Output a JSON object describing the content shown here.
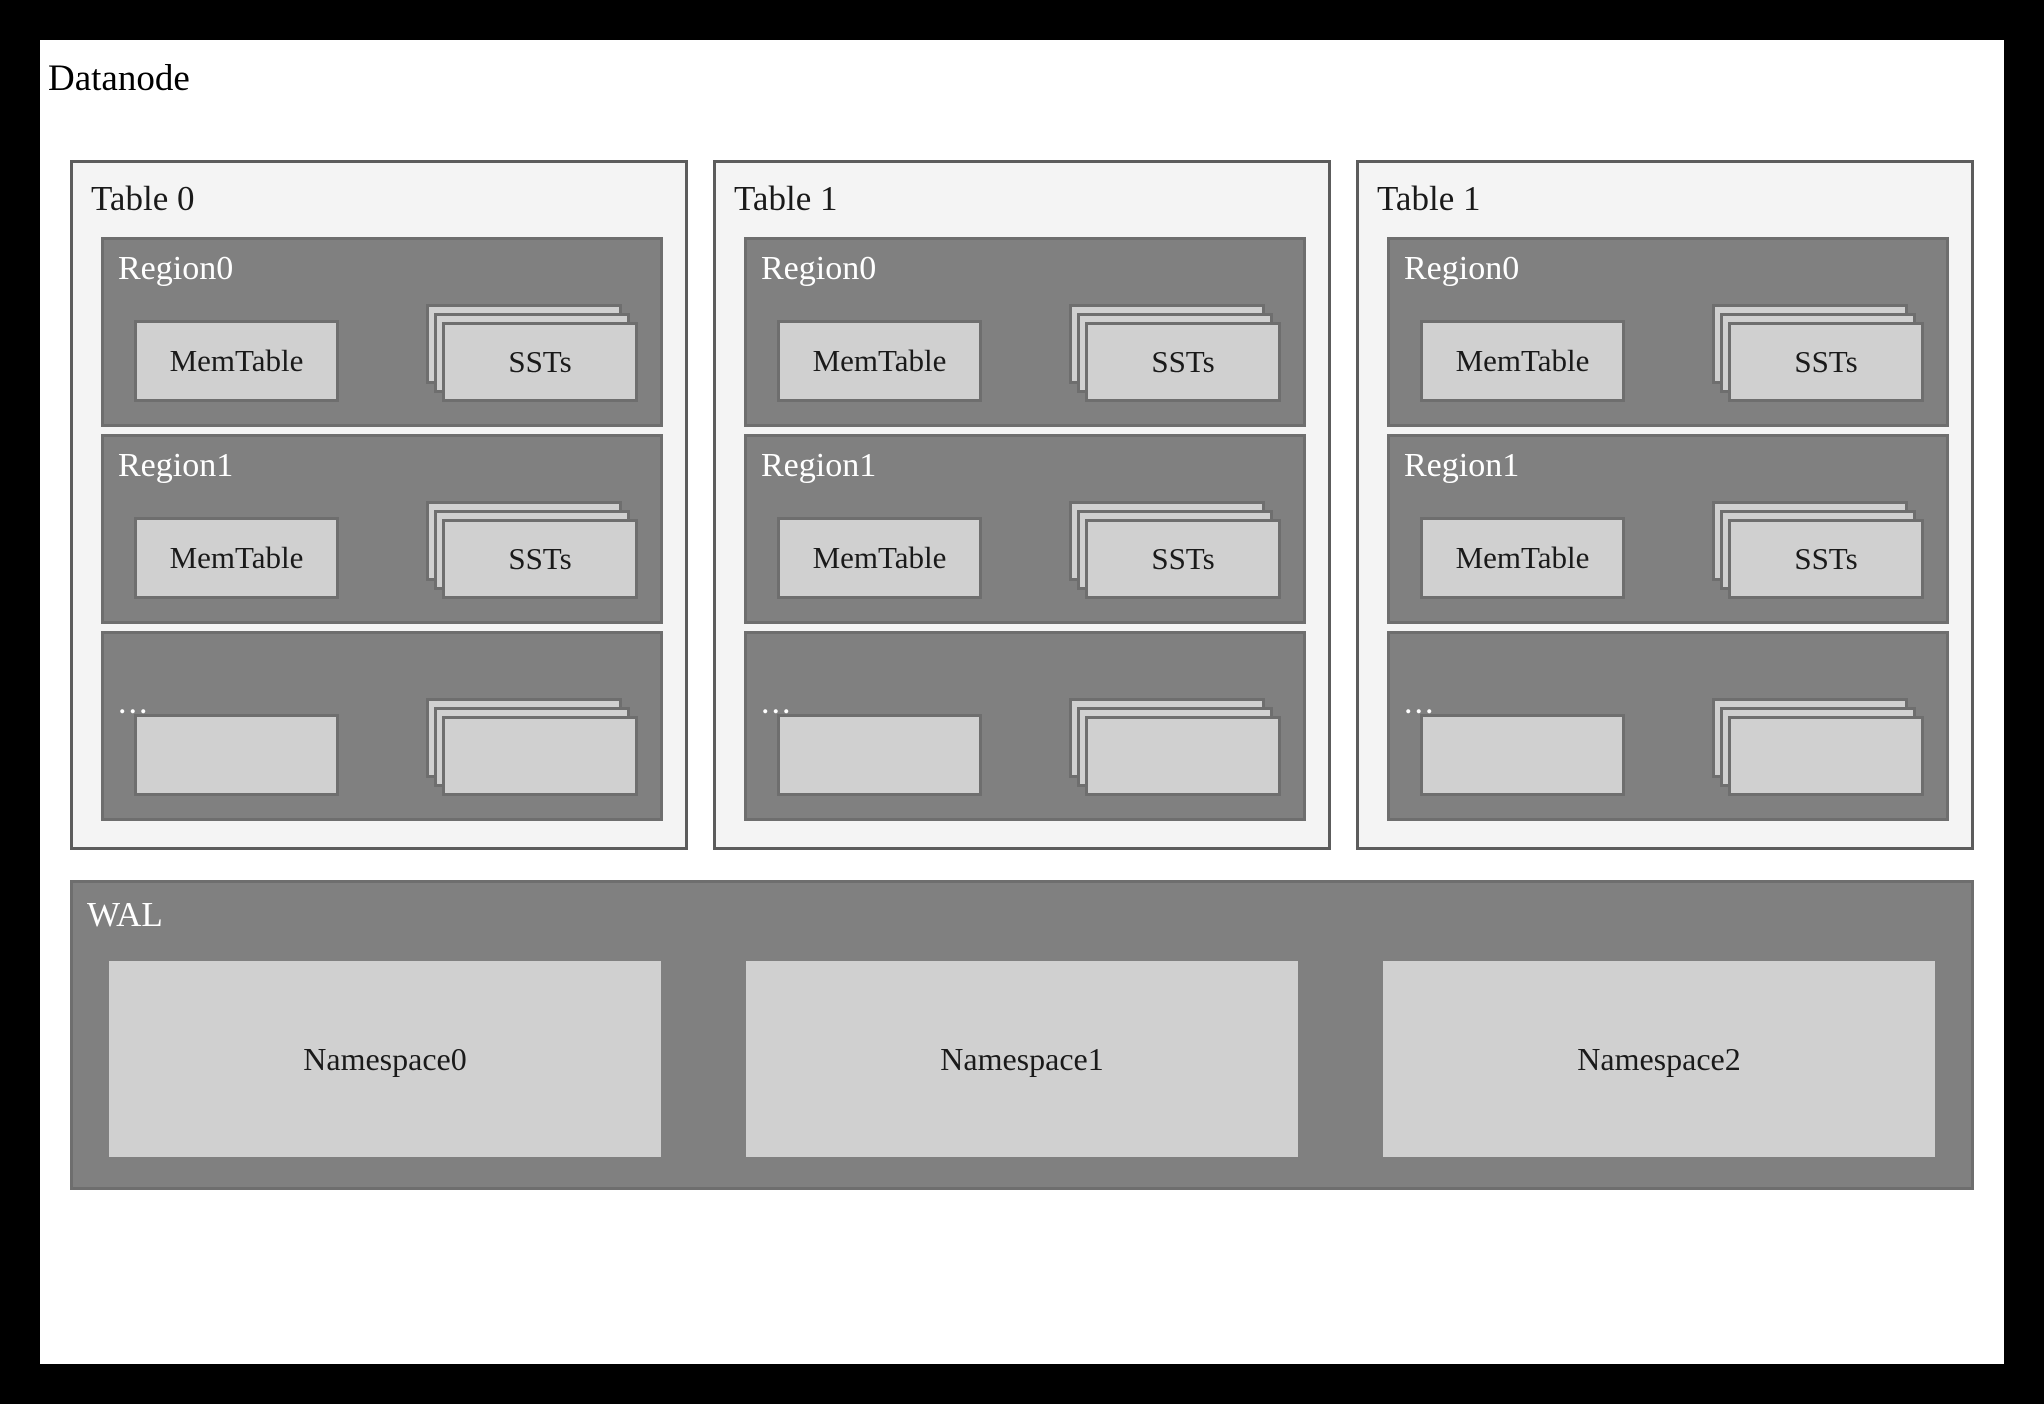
{
  "diagram": {
    "title": "Datanode",
    "tables": [
      {
        "label": "Table 0",
        "regions": [
          {
            "label": "Region0",
            "memtable": "MemTable",
            "ssts": "SSTs"
          },
          {
            "label": "Region1",
            "memtable": "MemTable",
            "ssts": "SSTs"
          },
          {
            "label": "...",
            "memtable": "",
            "ssts": ""
          }
        ]
      },
      {
        "label": "Table 1",
        "regions": [
          {
            "label": "Region0",
            "memtable": "MemTable",
            "ssts": "SSTs"
          },
          {
            "label": "Region1",
            "memtable": "MemTable",
            "ssts": "SSTs"
          },
          {
            "label": "...",
            "memtable": "",
            "ssts": ""
          }
        ]
      },
      {
        "label": "Table 1",
        "regions": [
          {
            "label": "Region0",
            "memtable": "MemTable",
            "ssts": "SSTs"
          },
          {
            "label": "Region1",
            "memtable": "MemTable",
            "ssts": "SSTs"
          },
          {
            "label": "...",
            "memtable": "",
            "ssts": ""
          }
        ]
      }
    ],
    "wal": {
      "label": "WAL",
      "namespaces": [
        "Namespace0",
        "Namespace1",
        "Namespace2"
      ]
    },
    "colors": {
      "outer_frame": "#000000",
      "canvas": "#ffffff",
      "table_fill": "#f4f4f4",
      "table_border": "#5c5c5c",
      "region_fill": "#808080",
      "region_border": "#6e6e6e",
      "card_fill": "#d0d0d0",
      "card_border": "#6e6e6e",
      "label_dark": "#1a1a1a",
      "label_light": "#ffffff"
    }
  }
}
